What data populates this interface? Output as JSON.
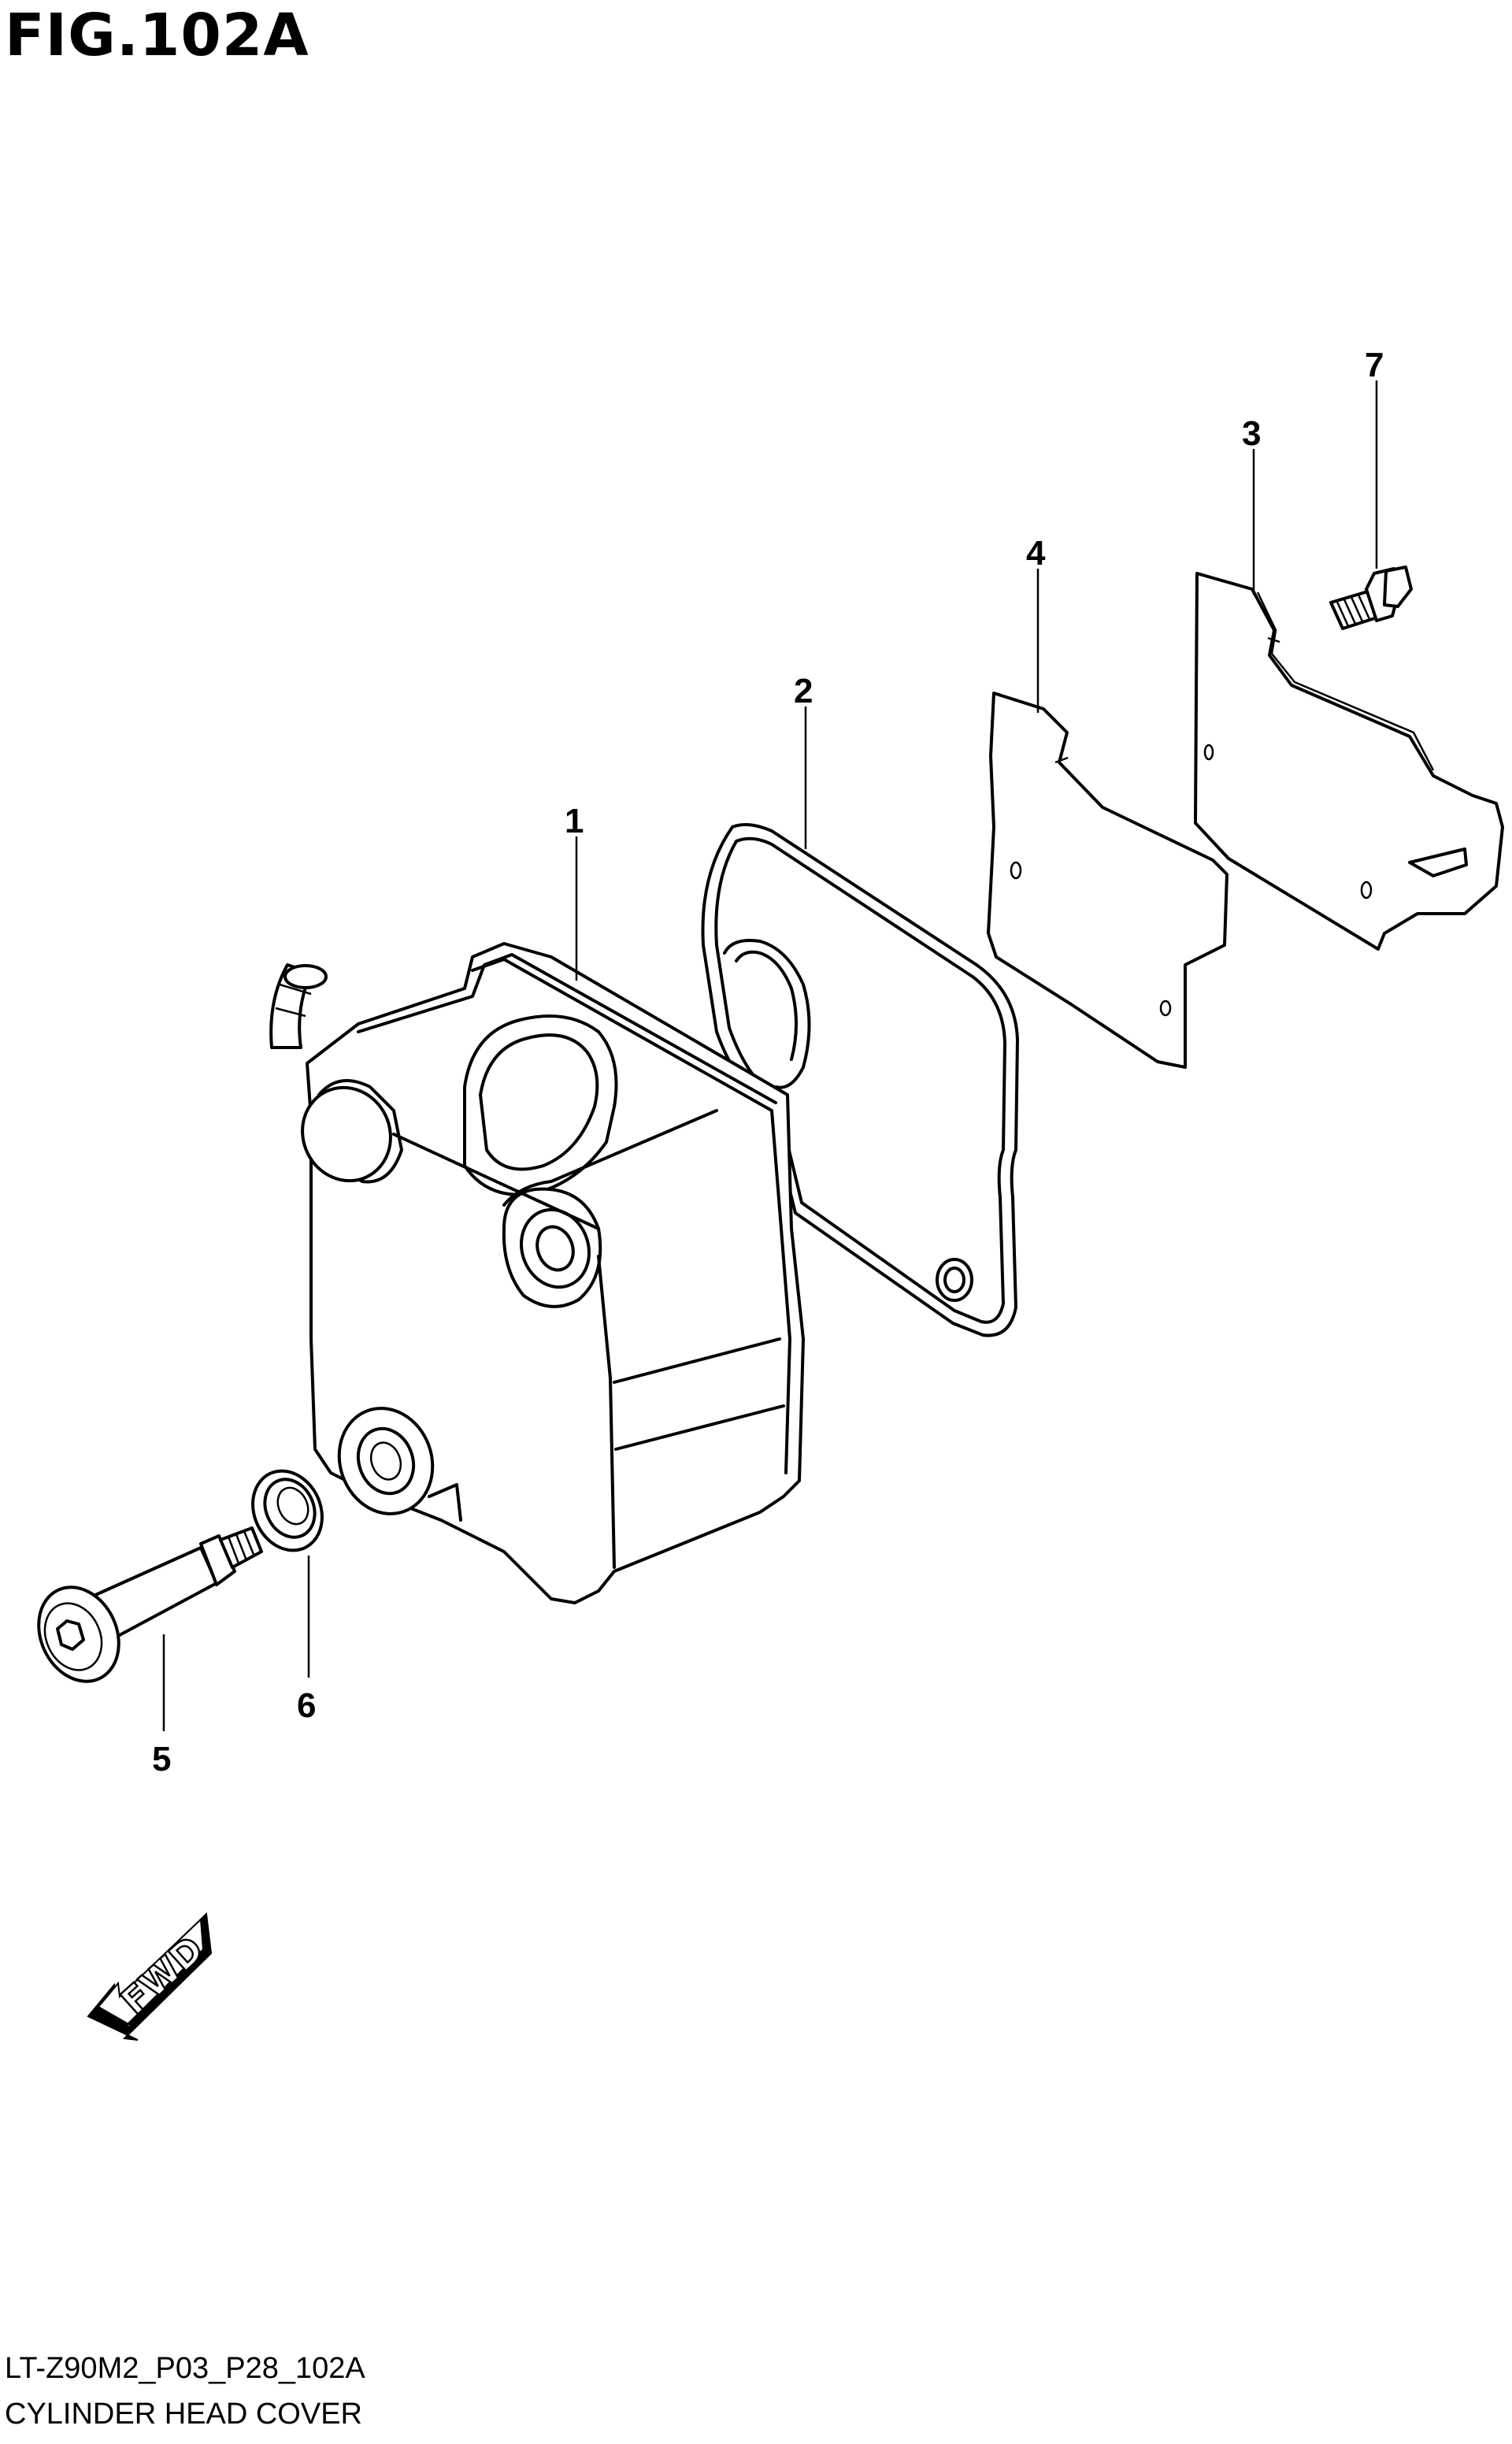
{
  "figure": {
    "title": "FIG.102A",
    "code": "LT-Z90M2_P03_P28_102A",
    "name": "CYLINDER HEAD COVER"
  },
  "callouts": [
    {
      "id": "1",
      "label": "1"
    },
    {
      "id": "2",
      "label": "2"
    },
    {
      "id": "3",
      "label": "3"
    },
    {
      "id": "4",
      "label": "4"
    },
    {
      "id": "5",
      "label": "5"
    },
    {
      "id": "6",
      "label": "6"
    },
    {
      "id": "7",
      "label": "7"
    }
  ],
  "direction": {
    "label": "FWD"
  }
}
